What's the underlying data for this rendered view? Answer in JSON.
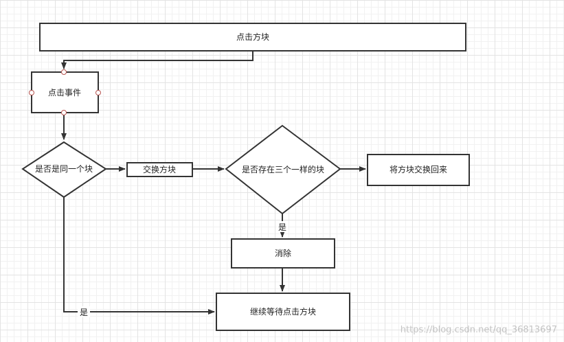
{
  "nodes": {
    "click_block": "点击方块",
    "click_event": "点击事件",
    "same_block_q": "是否是同一个块",
    "swap_blocks": "交换方块",
    "three_same_q": "是否存在三个一样的块",
    "swap_back": "将方块交换回来",
    "eliminate": "消除",
    "wait_click": "继续等待点击方块"
  },
  "edges": {
    "yes_three": "是",
    "yes_same": "是"
  },
  "watermark": "https://blog.csdn.net/qq_36813697",
  "colors": {
    "stroke": "#333333",
    "handle_stroke": "#b85450",
    "background": "#ffffff"
  }
}
